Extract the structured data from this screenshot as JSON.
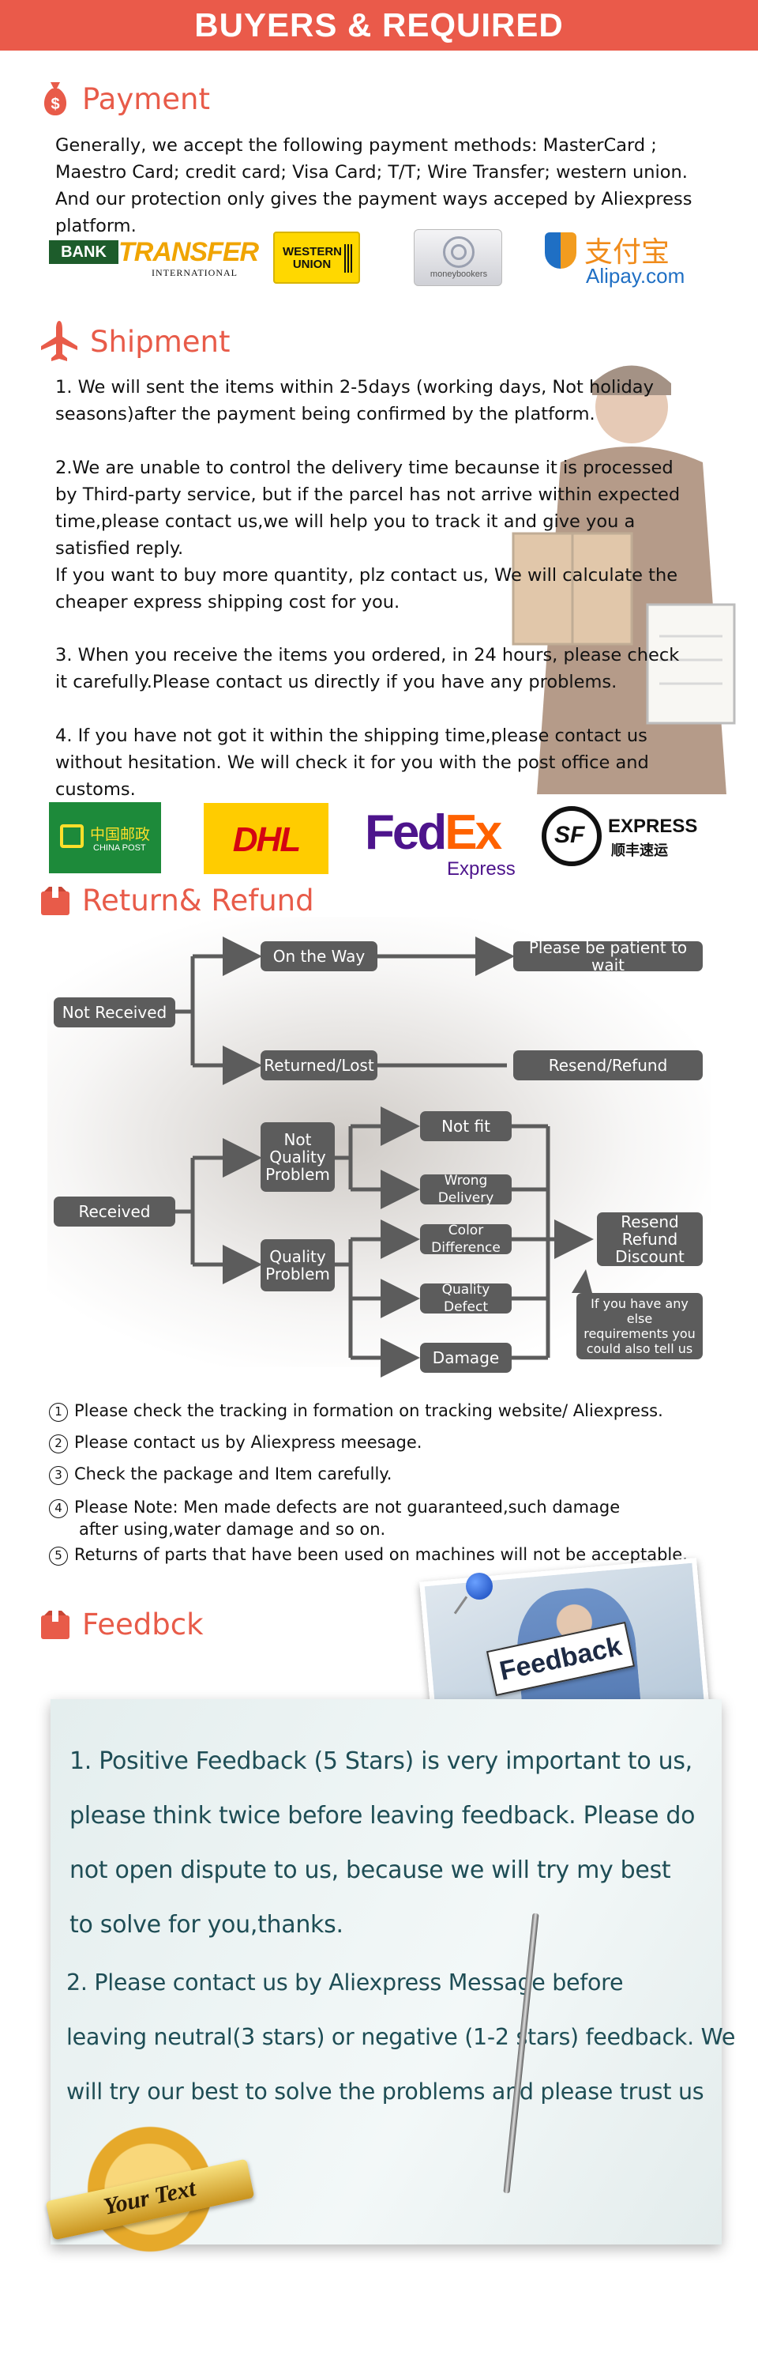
{
  "banner": {
    "title": "BUYERS & REQUIRED"
  },
  "payment": {
    "title": "Payment",
    "text": "Generally, we accept the following payment methods: MasterCard ;\nMaestro Card; credit card; Visa Card; T/T; Wire Transfer; western union.\nAnd our protection only gives the payment ways acceped by Aliexpress\nplatform.",
    "logos": {
      "bank_1": "BANK",
      "bank_2": "TRANSFER",
      "bank_3": "INTERNATIONAL",
      "western_union": "WESTERN UNION",
      "moneybookers": "moneybookers",
      "alipay_cn": "支付宝",
      "alipay_en": "Alipay.com"
    }
  },
  "shipment": {
    "title": "Shipment",
    "p1": "1. We will sent the items within 2-5days (working days, Not holiday\nseasons)after the payment being confirmed by the platform.",
    "p2": "2.We are unable to control the delivery time becaunse it is processed\nby Third-party service, but if the parcel has not arrive within expected\ntime,please contact us,we will help you to track it and give you a\nsatisfied reply.\nIf you want to buy more quantity, plz contact us, We will calculate the\ncheaper express shipping cost for you.",
    "p3": "3. When you receive the items you ordered, in 24 hours, please check\n it carefully.Please contact us directly if you have any problems.",
    "p4": "4. If you have not got it within the shipping time,please contact us\nwithout hesitation. We will check it for you with the post office and\ncustoms.",
    "logos": {
      "china_post_cn": "中国邮政",
      "china_post_en": "CHINA POST",
      "dhl": "DHL",
      "fedex_fed": "Fed",
      "fedex_ex": "Ex",
      "fedex_sub": "Express",
      "sf_mark": "SF",
      "sf_express": "EXPRESS",
      "sf_cn": "顺丰速运"
    }
  },
  "refund": {
    "title": "Return& Refund",
    "flow": {
      "not_received": "Not Received",
      "on_the_way": "On the Way",
      "be_patient": "Please be patient to wait",
      "returned_lost": "Returned/Lost",
      "resend_refund": "Resend/Refund",
      "received": "Received",
      "not_quality_1": "Not",
      "not_quality_2": "Quality",
      "not_quality_3": "Problem",
      "quality_1": "Quality",
      "quality_2": "Problem",
      "not_fit": "Not fit",
      "wrong_delivery": "Wrong Delivery",
      "color_difference": "Color Difference",
      "quality_defect": "Quality Defect",
      "damage": "Damage",
      "resend_1": "Resend",
      "resend_2": "Refund",
      "resend_3": "Discount",
      "else_1": "If you have any else",
      "else_2": "requirements you",
      "else_3": "could also tell us"
    },
    "notes": [
      {
        "num": "1",
        "text": "Please check the tracking in formation on tracking website/ Aliexpress."
      },
      {
        "num": "2",
        "text": "Please contact us by Aliexpress meesage."
      },
      {
        "num": "3",
        "text": "Check the package and Item carefully."
      },
      {
        "num": "4",
        "text": "Please Note: Men made defects  are not guaranteed,such damage"
      },
      {
        "num": "",
        "text": "after using,water damage and so on."
      },
      {
        "num": "5",
        "text": "Returns of parts that have been used on machines will not be acceptable."
      }
    ]
  },
  "feedback": {
    "title": "Feedbck",
    "sign": "Feedback",
    "lines1": [
      "1. Positive Feedback (5 Stars) is very important to us,",
      "please think twice before leaving feedback. Please do",
      "not open dispute to us,   because we will try my best",
      "to solve for you,thanks."
    ],
    "lines2": [
      "2. Please contact us by Aliexpress Message before",
      "leaving neutral(3 stars) or negative (1-2 stars) feedback. We",
      "will try our best to solve the problems and please trust us"
    ],
    "seal_text": "Your Text"
  },
  "colors": {
    "accent": "#ea5a4a",
    "node": "#5c5c5c",
    "feedback_text": "#1e4d55"
  },
  "icons": [
    "money-bag-icon",
    "airplane-icon",
    "box-icon",
    "box-icon"
  ]
}
